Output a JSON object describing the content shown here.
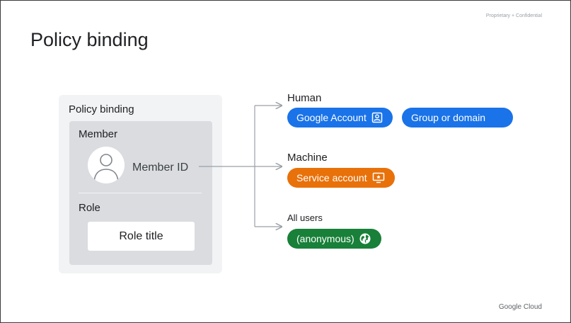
{
  "header": {
    "confidential": "Proprietary + Confidential",
    "title": "Policy binding"
  },
  "binding": {
    "label": "Policy binding",
    "member_label": "Member",
    "member_id": "Member ID",
    "role_label": "Role",
    "role_title": "Role title"
  },
  "categories": {
    "human": {
      "label": "Human",
      "pills": [
        "Google Account",
        "Group or domain"
      ]
    },
    "machine": {
      "label": "Machine",
      "pills": [
        "Service account"
      ]
    },
    "all_users": {
      "label": "All users",
      "pills": [
        "(anonymous)"
      ]
    }
  },
  "colors": {
    "human": "#1a73e8",
    "machine": "#e8710a",
    "all_users": "#188038"
  },
  "icons": [
    "person-avatar-icon",
    "account-box-icon",
    "service-account-icon",
    "globe-icon"
  ],
  "footer": {
    "brand": "Google Cloud"
  }
}
